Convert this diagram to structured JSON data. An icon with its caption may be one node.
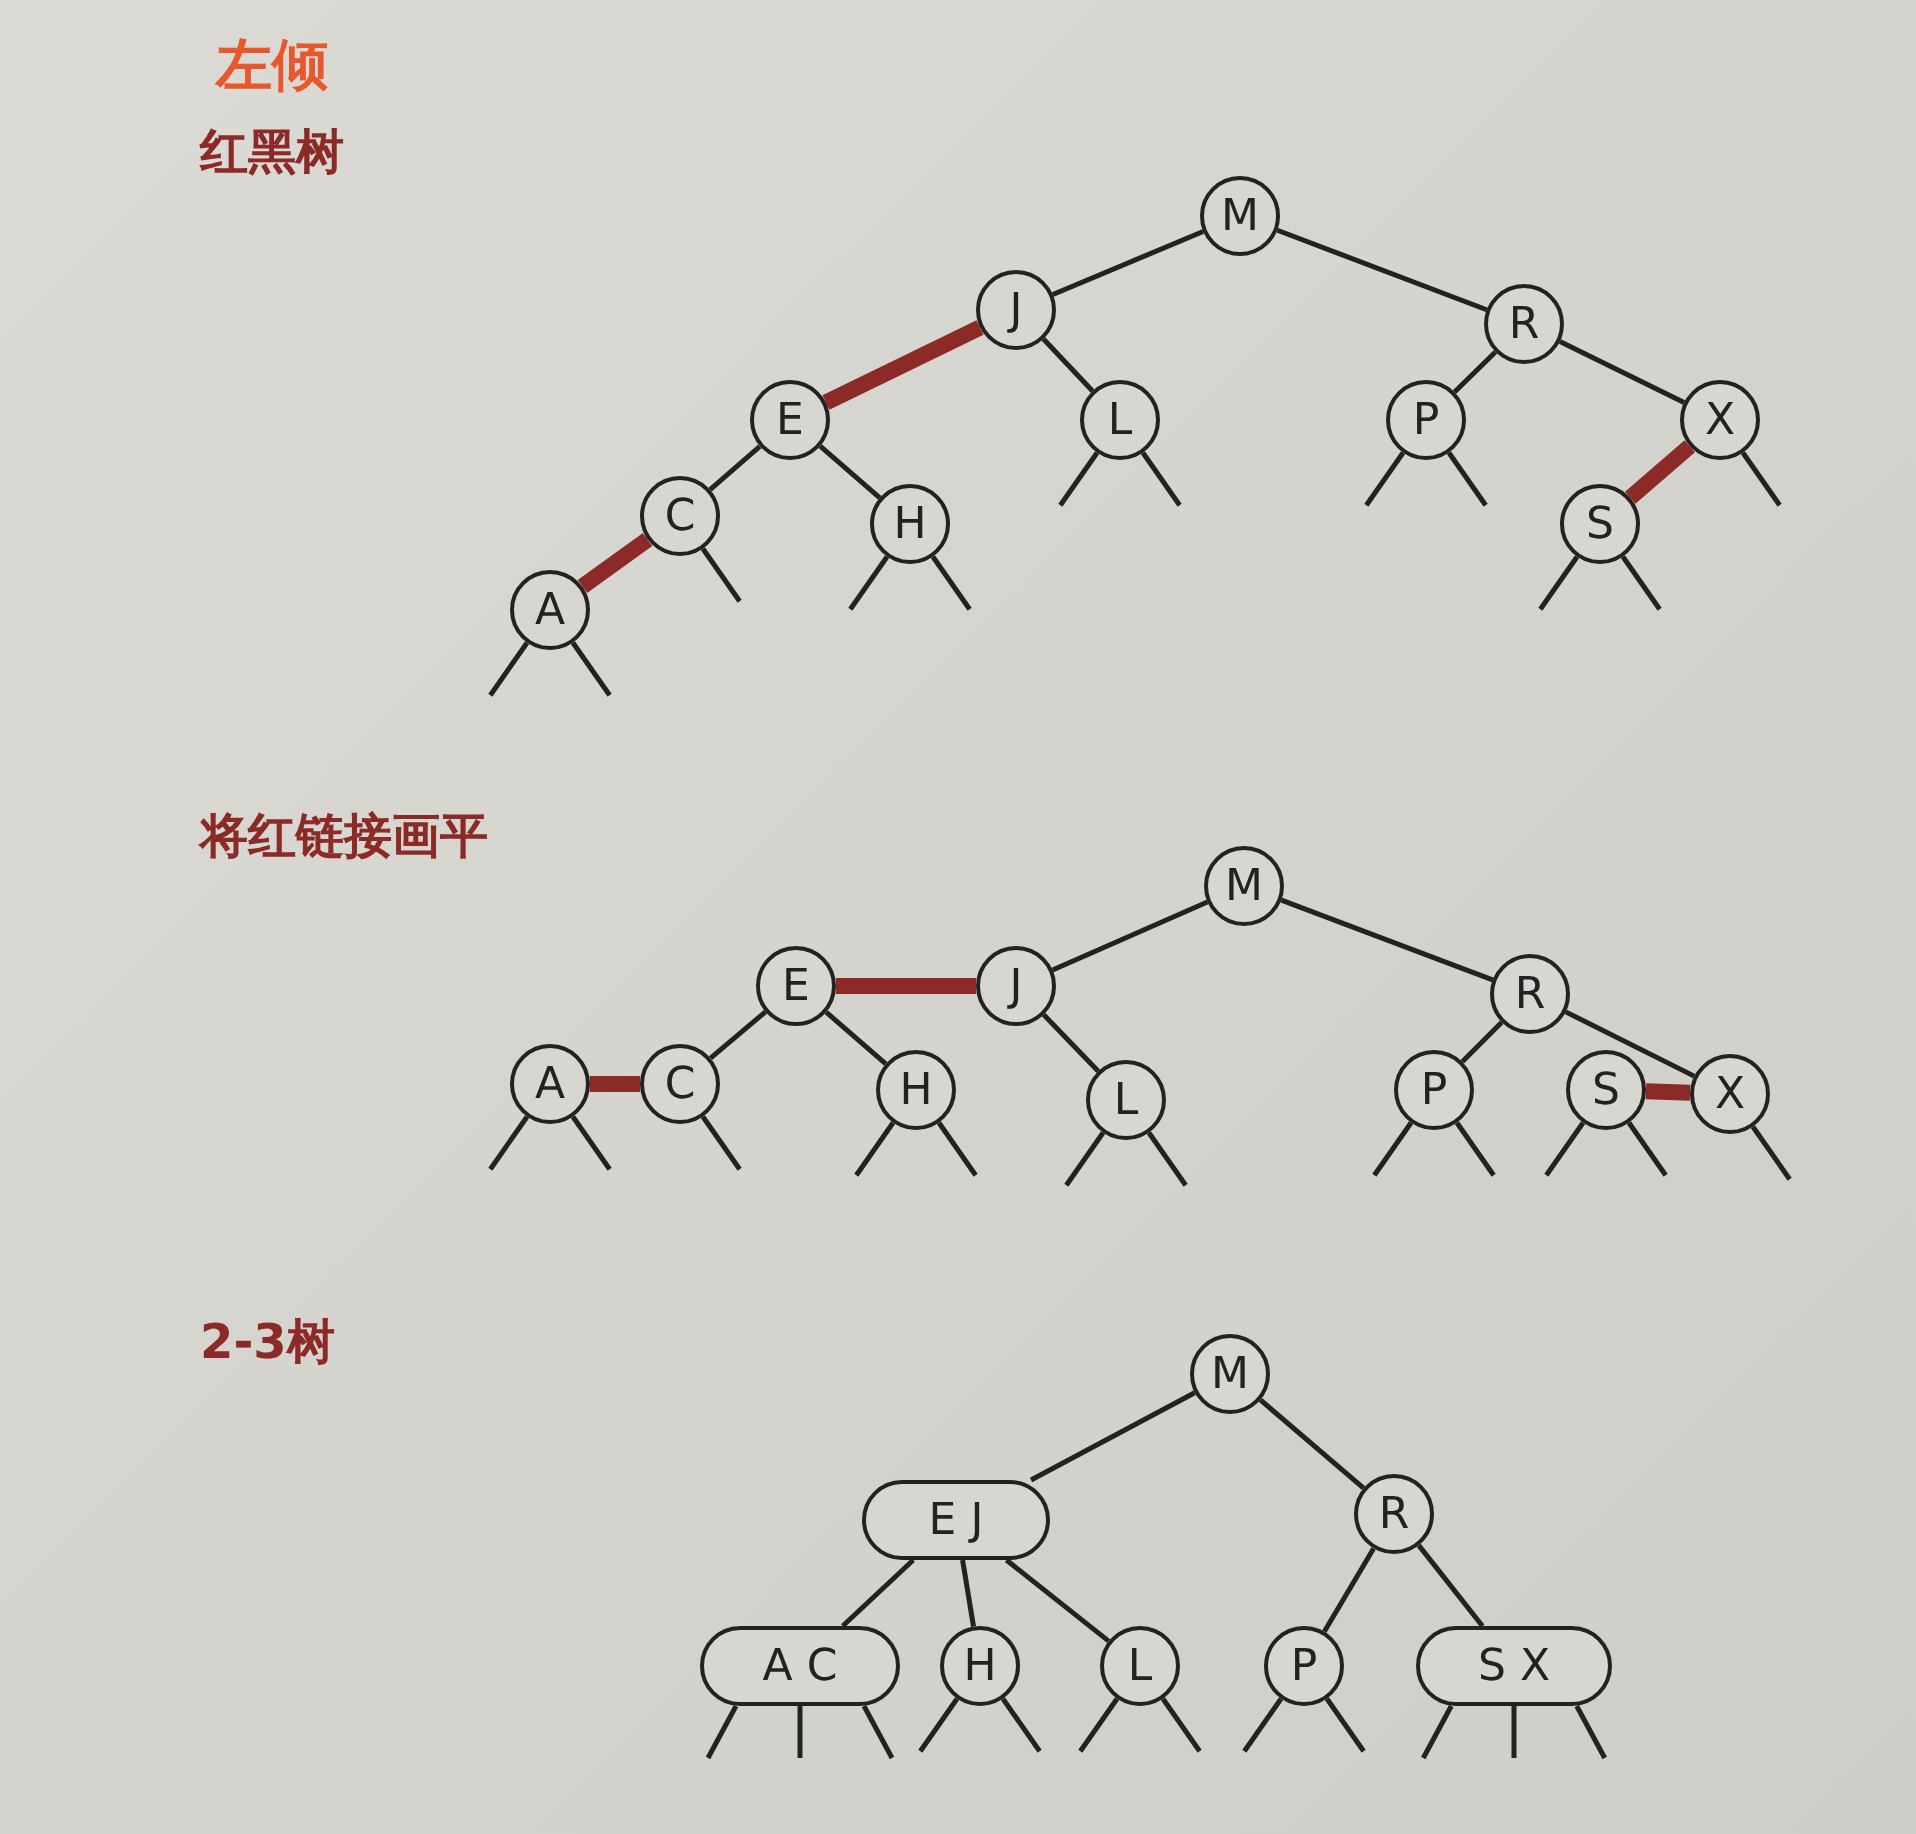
{
  "diagram": {
    "title": "左倾",
    "nodes": [
      {
        "text": [
          "M"
        ]
      },
      {
        "text": [
          "J"
        ]
      },
      {
        "text": [
          "R"
        ]
      },
      {
        "text": [
          "E"
        ]
      },
      {
        "text": [
          "L"
        ]
      },
      {
        "text": [
          "P"
        ]
      },
      {
        "text": [
          "X"
        ]
      },
      {
        "text": [
          "C"
        ]
      },
      {
        "text": [
          "H"
        ]
      },
      {
        "text": [
          "S"
        ]
      },
      {
        "text": [
          "A"
        ]
      },
      {
        "text": [
          "M"
        ]
      },
      {
        "text": [
          "E"
        ]
      },
      {
        "text": [
          "J"
        ]
      },
      {
        "text": [
          "R"
        ]
      },
      {
        "text": [
          "A"
        ]
      },
      {
        "text": [
          "C"
        ]
      },
      {
        "text": [
          "H"
        ]
      },
      {
        "text": [
          "L"
        ]
      },
      {
        "text": [
          "P"
        ]
      },
      {
        "text": [
          "S"
        ]
      },
      {
        "text": [
          "X"
        ]
      },
      {
        "text": [
          "M"
        ]
      },
      {
        "text": [
          "E J"
        ]
      },
      {
        "text": [
          "R"
        ]
      },
      {
        "text": [
          "A C"
        ]
      },
      {
        "text": [
          "H"
        ]
      },
      {
        "text": [
          "L"
        ]
      },
      {
        "text": [
          "P"
        ]
      },
      {
        "text": [
          "S X"
        ]
      }
    ],
    "edges": [
      {
        "from": 0,
        "to": 1,
        "arrow": "none"
      },
      {
        "from": 0,
        "to": 2,
        "arrow": "none"
      },
      {
        "from": 1,
        "to": 3,
        "arrow": "none",
        "style": "thick",
        "color": "#8b2a26"
      },
      {
        "from": 1,
        "to": 4,
        "arrow": "none"
      },
      {
        "from": 2,
        "to": 5,
        "arrow": "none"
      },
      {
        "from": 2,
        "to": 6,
        "arrow": "none"
      },
      {
        "from": 3,
        "to": 7,
        "arrow": "none"
      },
      {
        "from": 3,
        "to": 8,
        "arrow": "none"
      },
      {
        "from": 6,
        "to": 9,
        "arrow": "none",
        "style": "thick",
        "color": "#8b2a26"
      },
      {
        "from": 7,
        "to": 10,
        "arrow": "none",
        "style": "thick",
        "color": "#8b2a26"
      },
      {
        "from": 11,
        "to": 13,
        "arrow": "none"
      },
      {
        "from": 11,
        "to": 14,
        "arrow": "none"
      },
      {
        "from": 13,
        "to": 12,
        "arrow": "none",
        "style": "thick",
        "color": "#8b2a26"
      },
      {
        "from": 13,
        "to": 18,
        "arrow": "none"
      },
      {
        "from": 14,
        "to": 19,
        "arrow": "none"
      },
      {
        "from": 14,
        "to": 21,
        "arrow": "none"
      },
      {
        "from": 12,
        "to": 16,
        "arrow": "none"
      },
      {
        "from": 12,
        "to": 17,
        "arrow": "none"
      },
      {
        "from": 21,
        "to": 20,
        "arrow": "none",
        "style": "thick",
        "color": "#8b2a26"
      },
      {
        "from": 16,
        "to": 15,
        "arrow": "none",
        "style": "thick",
        "color": "#8b2a26"
      },
      {
        "from": 22,
        "to": 23,
        "arrow": "none"
      },
      {
        "from": 22,
        "to": 24,
        "arrow": "none"
      },
      {
        "from": 23,
        "to": 25,
        "arrow": "none"
      },
      {
        "from": 23,
        "to": 26,
        "arrow": "none"
      },
      {
        "from": 23,
        "to": 27,
        "arrow": "none"
      },
      {
        "from": 24,
        "to": 28,
        "arrow": "none"
      },
      {
        "from": 24,
        "to": 29,
        "arrow": "none"
      },
      {
        "from": 10,
        "to": null,
        "arrow": "none"
      },
      {
        "from": 10,
        "to": null,
        "arrow": "none"
      },
      {
        "from": 7,
        "to": null,
        "arrow": "none"
      },
      {
        "from": 8,
        "to": null,
        "arrow": "none"
      },
      {
        "from": 8,
        "to": null,
        "arrow": "none"
      },
      {
        "from": 4,
        "to": null,
        "arrow": "none"
      },
      {
        "from": 4,
        "to": null,
        "arrow": "none"
      },
      {
        "from": 5,
        "to": null,
        "arrow": "none"
      },
      {
        "from": 5,
        "to": null,
        "arrow": "none"
      },
      {
        "from": 9,
        "to": null,
        "arrow": "none"
      },
      {
        "from": 9,
        "to": null,
        "arrow": "none"
      },
      {
        "from": 6,
        "to": null,
        "arrow": "none"
      },
      {
        "from": 15,
        "to": null,
        "arrow": "none"
      },
      {
        "from": 15,
        "to": null,
        "arrow": "none"
      },
      {
        "from": 16,
        "to": null,
        "arrow": "none"
      },
      {
        "from": 17,
        "to": null,
        "arrow": "none"
      },
      {
        "from": 17,
        "to": null,
        "arrow": "none"
      },
      {
        "from": 18,
        "to": null,
        "arrow": "none"
      },
      {
        "from": 18,
        "to": null,
        "arrow": "none"
      },
      {
        "from": 19,
        "to": null,
        "arrow": "none"
      },
      {
        "from": 19,
        "to": null,
        "arrow": "none"
      },
      {
        "from": 20,
        "to": null,
        "arrow": "none"
      },
      {
        "from": 20,
        "to": null,
        "arrow": "none"
      },
      {
        "from": 21,
        "to": null,
        "arrow": "none"
      },
      {
        "from": 25,
        "to": null,
        "arrow": "none"
      },
      {
        "from": 25,
        "to": null,
        "arrow": "none"
      },
      {
        "from": 25,
        "to": null,
        "arrow": "none"
      },
      {
        "from": 26,
        "to": null,
        "arrow": "none"
      },
      {
        "from": 26,
        "to": null,
        "arrow": "none"
      },
      {
        "from": 27,
        "to": null,
        "arrow": "none"
      },
      {
        "from": 27,
        "to": null,
        "arrow": "none"
      },
      {
        "from": 28,
        "to": null,
        "arrow": "none"
      },
      {
        "from": 28,
        "to": null,
        "arrow": "none"
      },
      {
        "from": 29,
        "to": null,
        "arrow": "none"
      },
      {
        "from": 29,
        "to": null,
        "arrow": "none"
      },
      {
        "from": 29,
        "to": null,
        "arrow": "none"
      }
    ],
    "labels": [
      "红黑树",
      "将红链接画平",
      "2-3树"
    ]
  }
}
